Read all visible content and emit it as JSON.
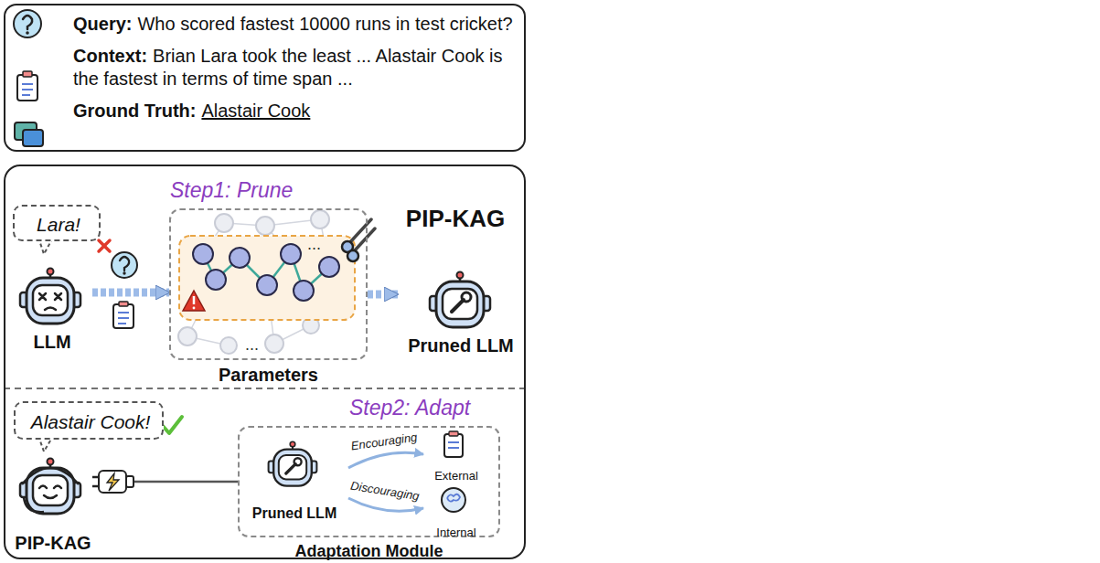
{
  "diagram": {
    "nodes": [
      {
        "text": [
          "Query:",
          "Who scored fastest 10000 runs in test cricket?",
          "Context:",
          "Brian Lara took the least ... Alastair Cook is the fastest in terms of time span ...",
          "Ground Truth:",
          "Alastair Cook"
        ]
      },
      {
        "text": [
          "PIP-KAG"
        ]
      },
      {
        "text": [
          "Lara!"
        ],
        "in": 1
      },
      {
        "text": [
          "LLM"
        ],
        "in": 1
      },
      {
        "text": [
          "Step1: Prune",
          "Parameters"
        ],
        "in": 1
      },
      {
        "text": [
          "Pruned LLM"
        ],
        "in": 1
      },
      {
        "text": [
          "Alastair Cook!"
        ],
        "in": 1
      },
      {
        "text": [
          "PIP-KAG"
        ],
        "in": 1
      },
      {
        "text": [
          "Step2: Adapt",
          "Adaptation Module"
        ],
        "in": 1
      },
      {
        "text": [
          "Pruned LLM"
        ],
        "in": 8
      },
      {
        "text": [
          "External"
        ],
        "in": 8
      },
      {
        "text": [
          "Internal"
        ],
        "in": 8
      }
    ],
    "edges": [
      {
        "from": 3,
        "to": 4,
        "arrow": "to"
      },
      {
        "from": 4,
        "to": 5,
        "arrow": "to"
      },
      {
        "from": 7,
        "to": 8,
        "arrow": "none"
      },
      {
        "from": 9,
        "to": 10,
        "label": "Encouraging",
        "arrow": "to"
      },
      {
        "from": 9,
        "to": 11,
        "label": "Discouraging",
        "arrow": "to"
      }
    ],
    "labels": [
      "...",
      "..."
    ]
  }
}
